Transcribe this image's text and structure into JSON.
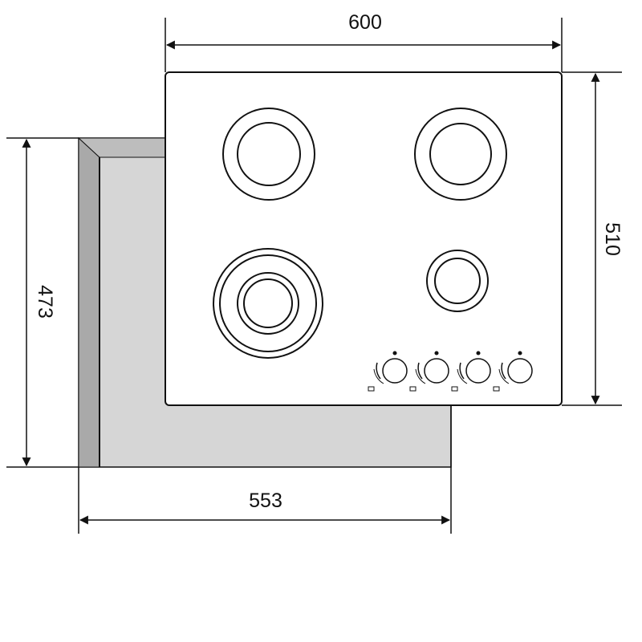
{
  "dimensions": {
    "hob_width": "600",
    "hob_depth": "510",
    "cutout_width": "553",
    "cutout_depth": "473"
  },
  "burners": [
    {
      "name": "burner-top-left",
      "type": "medium"
    },
    {
      "name": "burner-top-right",
      "type": "medium"
    },
    {
      "name": "burner-bottom-left",
      "type": "triple-crown"
    },
    {
      "name": "burner-bottom-right",
      "type": "small"
    }
  ],
  "controls": {
    "knob_count": 4
  },
  "colors": {
    "line": "#111111",
    "cutout_face": "#d6d6d6",
    "cutout_bevel": "#a9a9a9",
    "hob_surface": "#ffffff"
  }
}
